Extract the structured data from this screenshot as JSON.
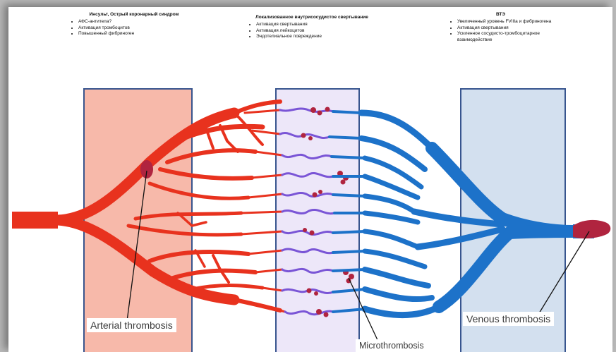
{
  "headers": {
    "arterial": {
      "title": "Инсульт, Острый коронарный синдром",
      "items": [
        "АФС-антитела?",
        "Активация тромбоцитов",
        "Повышенный фибриноген"
      ]
    },
    "micro": {
      "title": "Локализованное внутрисосудистое свертывание",
      "items": [
        "Активация свертывания",
        "Активация лейкоцитов",
        "Эндотелиальное повреждение"
      ]
    },
    "venous": {
      "title": "ВТЭ",
      "items": [
        "Увеличенный уровень FVIIIa и фибриногена",
        "Активация свертывания",
        "Усиленное сосудисто-тромбоцитарное взаимодействие"
      ]
    }
  },
  "labels": {
    "arterial": "Arterial thrombosis",
    "micro": "Microthrombosis",
    "venous": "Venous thrombosis"
  },
  "colors": {
    "artery": "#e8321e",
    "vein": "#1d72c9",
    "capillary": "#7a55d6",
    "clot": "#b0243f",
    "arterial_zone": "#f7b9aa",
    "micro_zone": "#ede7f9",
    "venous_zone": "#d3e0ef",
    "zone_border": "#38558e"
  }
}
